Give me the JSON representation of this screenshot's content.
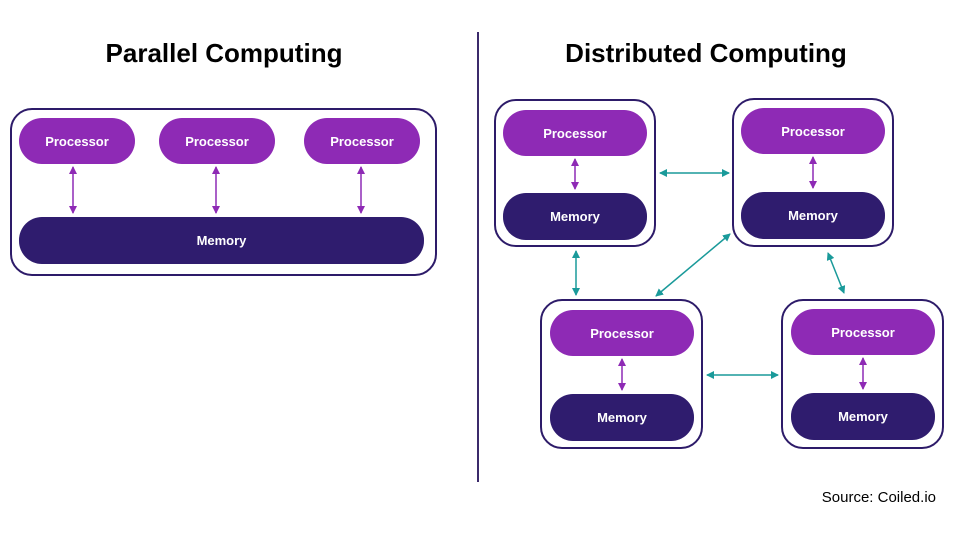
{
  "left_panel": {
    "title": "Parallel Computing",
    "processors": [
      "Processor",
      "Processor",
      "Processor"
    ],
    "memory": "Memory"
  },
  "right_panel": {
    "title": "Distributed Computing",
    "nodes": [
      {
        "processor": "Processor",
        "memory": "Memory"
      },
      {
        "processor": "Processor",
        "memory": "Memory"
      },
      {
        "processor": "Processor",
        "memory": "Memory"
      },
      {
        "processor": "Processor",
        "memory": "Memory"
      }
    ]
  },
  "source": "Source: Coiled.io",
  "colors": {
    "processor": "#8e2ab5",
    "memory": "#2f1c6e",
    "container_border": "#2d1b69",
    "local_arrow": "#8e2ab5",
    "network_arrow": "#1a9a9a"
  }
}
